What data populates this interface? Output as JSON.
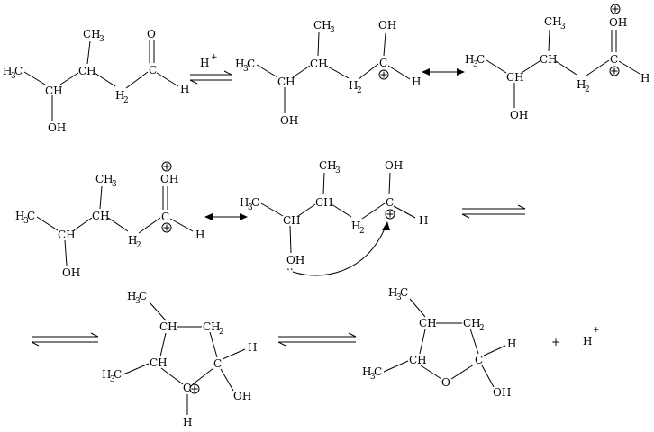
{
  "labels": {
    "ch": "CH",
    "c": "C",
    "o": "O",
    "oh": "OH",
    "h": "H",
    "h3": "H",
    "three": "3",
    "ch3_c": "CH",
    "ch3_3": "3",
    "h2_h": "H",
    "h2_2": "2",
    "ch2_ch": "CH",
    "ch2_2": "2",
    "plus_sign": "+",
    "sup_plus": "+",
    "h_plus": "H",
    "lone_pair": ".."
  }
}
